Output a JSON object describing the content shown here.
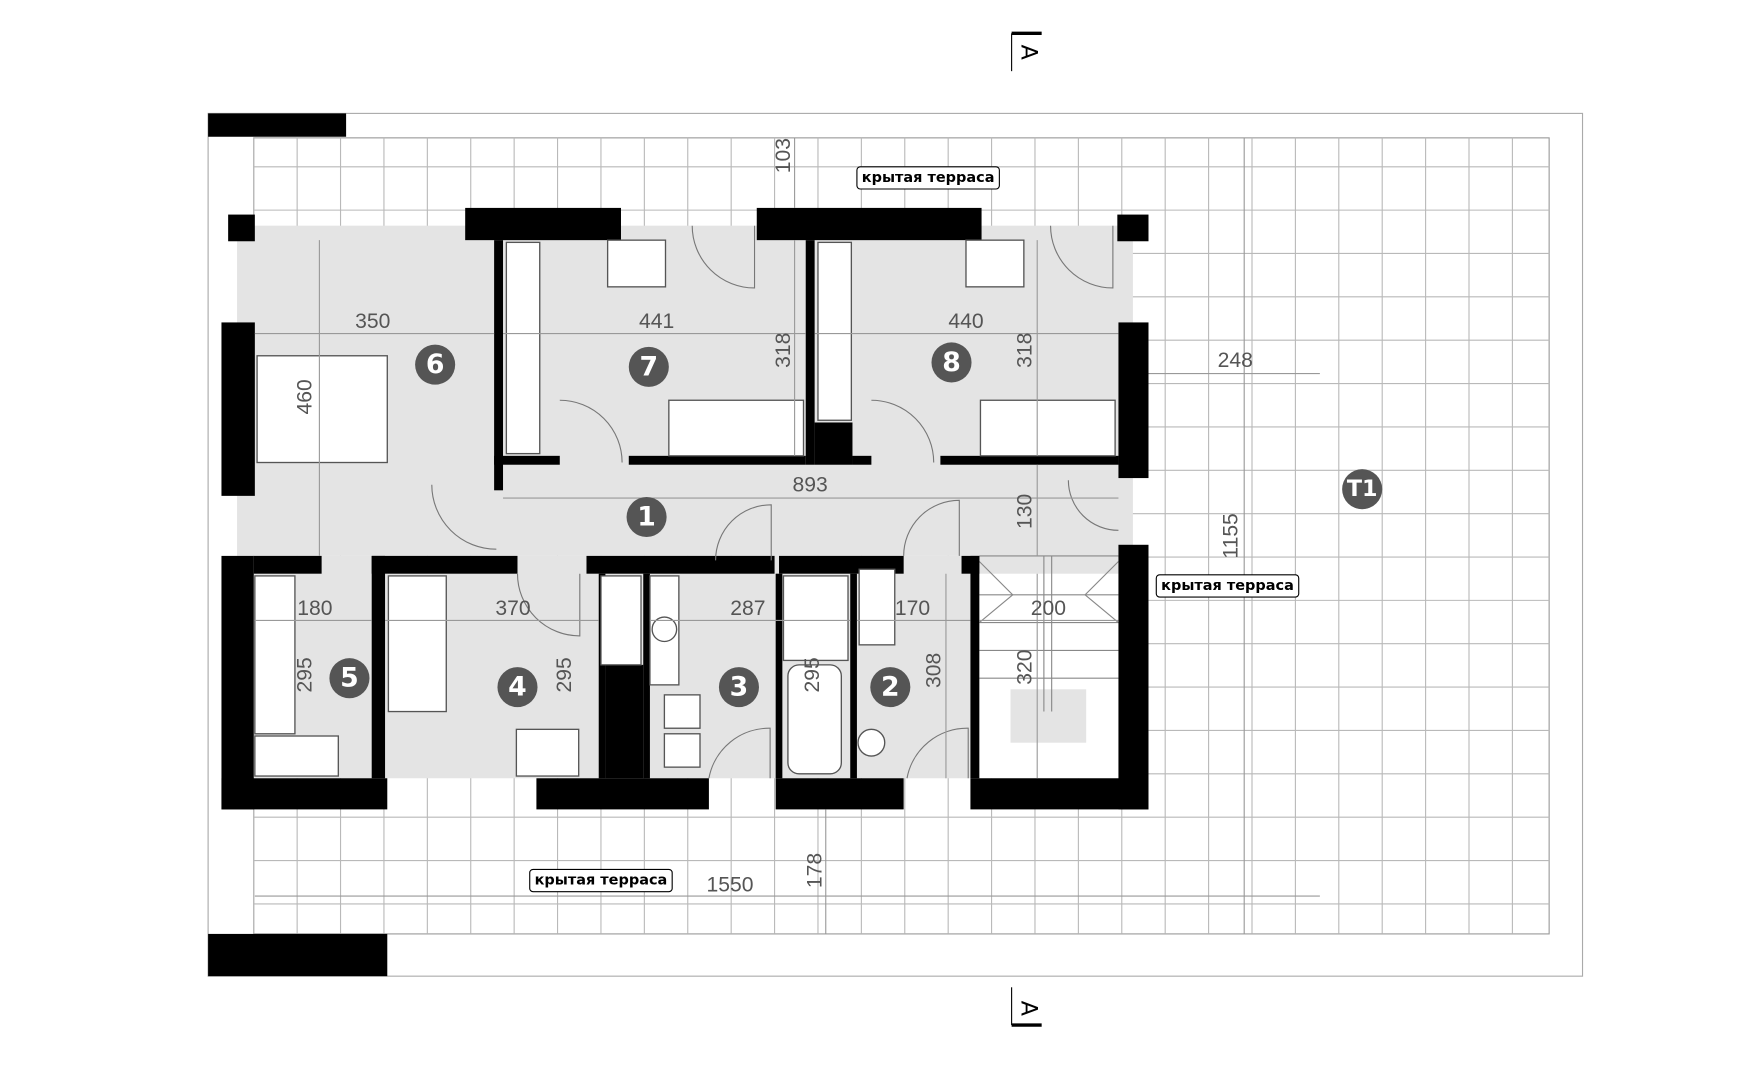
{
  "plan": {
    "section_mark": "A",
    "terrace_labels": [
      "крытая терраса",
      "крытая терраса",
      "крытая терраса"
    ],
    "rooms": [
      "1",
      "2",
      "3",
      "4",
      "5",
      "6",
      "7",
      "8",
      "T1"
    ],
    "dimensions": [
      "103",
      "350",
      "441",
      "318",
      "440",
      "318",
      "248",
      "460",
      "893",
      "130",
      "1155",
      "180",
      "370",
      "287",
      "170",
      "200",
      "295",
      "295",
      "295",
      "308",
      "320",
      "178",
      "1550"
    ]
  },
  "colors": {
    "wall": "#000000",
    "floor": "#e4e4e4",
    "grid": "#b9b9b9",
    "badge": "#555555"
  }
}
